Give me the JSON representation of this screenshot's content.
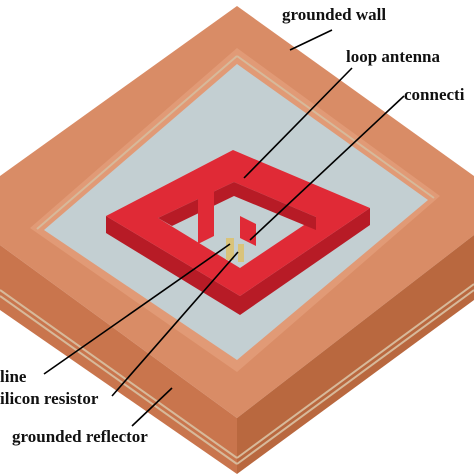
{
  "labels": {
    "grounded_wall": "grounded wall",
    "loop_antenna": "loop antenna",
    "connection": "connecti",
    "line": "line",
    "silicon_resistor": "ilicon resistor",
    "grounded_reflector": "grounded reflector"
  },
  "colors": {
    "background": "#ffffff",
    "wall_top": "#d98c66",
    "wall_front": "#c9754d",
    "wall_right": "#b9683f",
    "wall_inner": "#e19a76",
    "substrate": "#c3cfd2",
    "antenna_top": "#e02a36",
    "antenna_side": "#b71b26",
    "resistor": "#d9c37a",
    "stripe": "#d7b99a",
    "leader_line": "#000000"
  }
}
